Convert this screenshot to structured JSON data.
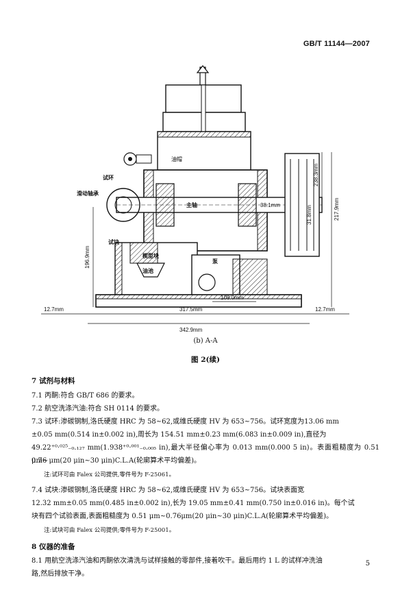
{
  "header": {
    "standard_number": "GB/T 11144—2007"
  },
  "figure": {
    "labels": {
      "oil_cup": "油帽",
      "test_ring": "试环",
      "sliding_bearing": "滑动轴承",
      "main_shaft": "主轴",
      "test_block": "试块",
      "wedge_block": "楔型块",
      "oil_pool": "油池",
      "pump": "泵"
    },
    "dimensions": {
      "shaft_dia": "38.1mm",
      "height_1": "196.9mm",
      "height_2": "217.9mm",
      "height_3": "238.3mm",
      "height_4": "31.8mm",
      "width_pump": "108.0mm",
      "width_base": "317.5mm",
      "width_total": "342.9mm",
      "margin_left": "12.7mm",
      "margin_right": "12.7mm"
    },
    "subcaption": "(b) A-A",
    "caption": "图 2(续)"
  },
  "sections": {
    "s7_title": "7 试剂与材料",
    "p71": "7.1 丙酮:符合 GB/T 686 的要求。",
    "p72": "7.2 航空洗涤汽油:符合 SH 0114 的要求。",
    "p73_l1": "7.3 试环:渗碳钢制,洛氏硬度 HRC 为 58~62,或维氏硬度 HV 为 653~756。试环宽度为13.06 mm",
    "p73_l2": "±0.05 mm(0.514 in±0.002 in),周长为 154.51 mm±0.23 mm(6.083 in±0.009 in),直径为",
    "p73_l3": "49.22⁺⁰·⁰²⁵₋₀.₁₂₇ mm(1.938⁺⁰·⁰⁰¹₋₀.₀₀₅ in),最大半径偏心率为 0.013 mm(0.000 5 in)。表面粗糙度为 0.51 μm~",
    "p73_l4": "0.76 μm(20 μin~30 μin)C.L.A(轮廓算术平均偏差)。",
    "note73": "注:试环可由 Falex 公司提供,零件号为 F-25061。",
    "p74_l1": "7.4 试块:渗碳钢制,洛氏硬度 HRC 为 58~62,或维氏硬度 HV 为 653~756。试块表面宽",
    "p74_l2": "12.32 mm±0.05 mm(0.485 in±0.002 in),长为 19.05 mm±0.41 mm(0.750 in±0.016 in)。每个试",
    "p74_l3": "块有四个试验表面,表面粗糙度为 0.51 μm~0.76μm(20 μin~30 μin)C.L.A(轮廓算术平均偏差)。",
    "note74": "注:试块可由 Falex 公司提供;零件号为 F-25001。",
    "s8_title": "8 仪器的准备",
    "p81_l1": "8.1 用航空洗涤汽油和丙酮依次清洗与试样接触的零部件,接着吹干。最后用约 1 L 的试样冲洗油",
    "p81_l2": "路,然后排放干净。"
  },
  "page_number": "5"
}
